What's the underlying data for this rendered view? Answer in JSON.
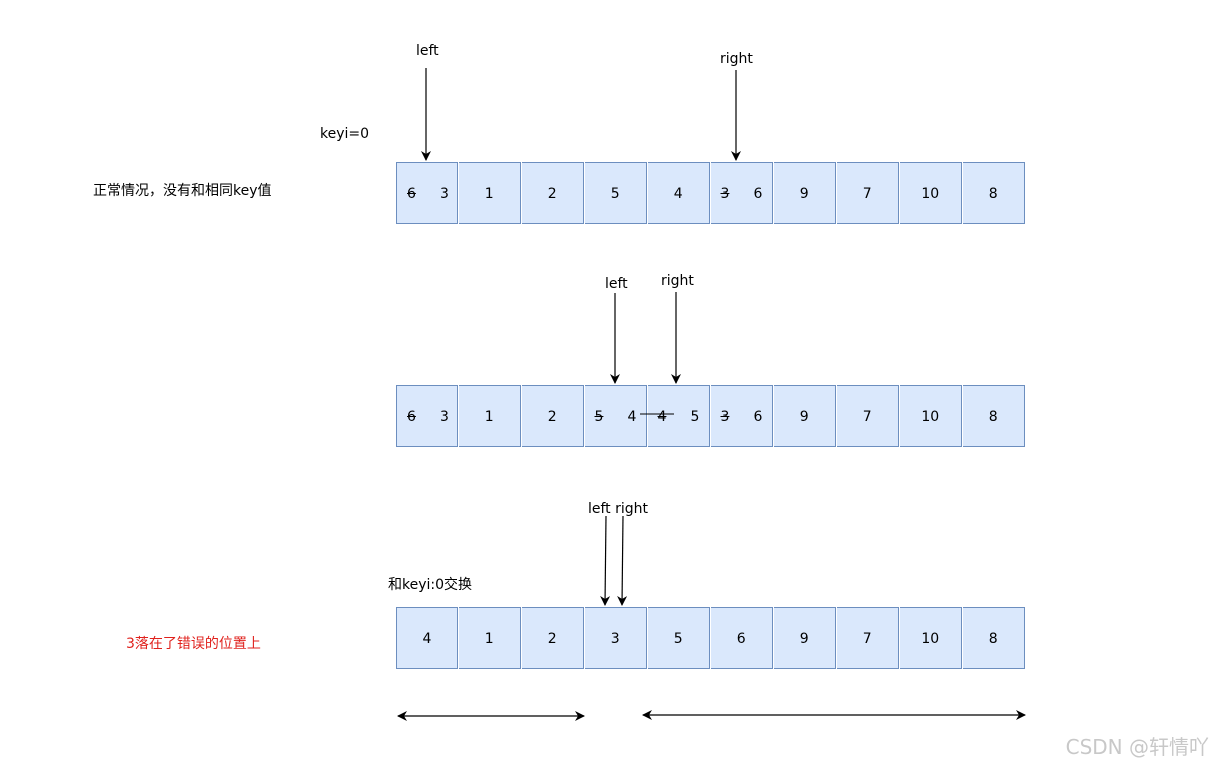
{
  "labels": {
    "row1_note": "正常情况，没有和相同key值",
    "keyi": "keyi=0",
    "row3_swap": "和keyi:0交换",
    "row3_note": "3落在了错误的位置上",
    "left": "left",
    "right": "right",
    "left_right": "left right"
  },
  "rows": [
    {
      "cells": [
        {
          "items": [
            {
              "t": "6",
              "struck": true
            },
            {
              "t": "3"
            }
          ]
        },
        {
          "items": [
            {
              "t": "1"
            }
          ]
        },
        {
          "items": [
            {
              "t": "2"
            }
          ]
        },
        {
          "items": [
            {
              "t": "5"
            }
          ]
        },
        {
          "items": [
            {
              "t": "4"
            }
          ]
        },
        {
          "items": [
            {
              "t": "3",
              "struck": true
            },
            {
              "t": "6"
            }
          ]
        },
        {
          "items": [
            {
              "t": "9"
            }
          ]
        },
        {
          "items": [
            {
              "t": "7"
            }
          ]
        },
        {
          "items": [
            {
              "t": "10"
            }
          ]
        },
        {
          "items": [
            {
              "t": "8"
            }
          ]
        }
      ]
    },
    {
      "cells": [
        {
          "items": [
            {
              "t": "6",
              "struck": true
            },
            {
              "t": "3"
            }
          ]
        },
        {
          "items": [
            {
              "t": "1"
            }
          ]
        },
        {
          "items": [
            {
              "t": "2"
            }
          ]
        },
        {
          "items": [
            {
              "t": "5",
              "struck": true
            },
            {
              "t": "4"
            }
          ]
        },
        {
          "items": [
            {
              "t": "4",
              "struck": true
            },
            {
              "t": "5"
            }
          ]
        },
        {
          "items": [
            {
              "t": "3",
              "struck": true
            },
            {
              "t": "6"
            }
          ]
        },
        {
          "items": [
            {
              "t": "9"
            }
          ]
        },
        {
          "items": [
            {
              "t": "7"
            }
          ]
        },
        {
          "items": [
            {
              "t": "10"
            }
          ]
        },
        {
          "items": [
            {
              "t": "8"
            }
          ]
        }
      ]
    },
    {
      "cells": [
        {
          "items": [
            {
              "t": "4"
            }
          ]
        },
        {
          "items": [
            {
              "t": "1"
            }
          ]
        },
        {
          "items": [
            {
              "t": "2"
            }
          ]
        },
        {
          "items": [
            {
              "t": "3"
            }
          ]
        },
        {
          "items": [
            {
              "t": "5"
            }
          ]
        },
        {
          "items": [
            {
              "t": "6"
            }
          ]
        },
        {
          "items": [
            {
              "t": "9"
            }
          ]
        },
        {
          "items": [
            {
              "t": "7"
            }
          ]
        },
        {
          "items": [
            {
              "t": "10"
            }
          ]
        },
        {
          "items": [
            {
              "t": "8"
            }
          ]
        }
      ]
    }
  ],
  "watermark": "CSDN @轩情吖",
  "colors": {
    "cell_fill": "#dae8fc",
    "cell_border": "#6c8ebf",
    "note_red": "#e0211c"
  }
}
